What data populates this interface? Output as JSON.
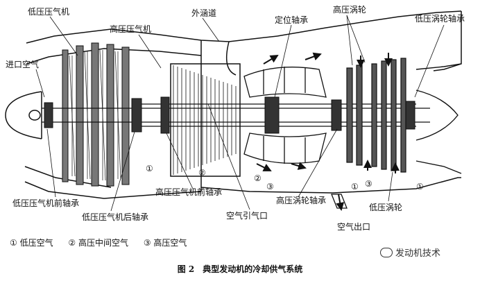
{
  "labels": {
    "lp_compressor": "低压压气机",
    "hp_compressor": "高压压气机",
    "bypass_duct": "外涵道",
    "locating_bearing": "定位轴承",
    "hp_turbine_top": "高压涡轮",
    "lp_turbine_bearing": "低压涡轮轴承",
    "inlet_air": "进口空气",
    "lp_comp_front_bearing": "低压压气机前轴承",
    "lp_comp_rear_bearing": "低压压气机后轴承",
    "hp_comp_front_bearing": "高压压气机前轴承",
    "bleed_port": "空气引气口",
    "hp_turbine_bearing": "高压涡轮轴承",
    "lp_turbine": "低压涡轮",
    "air_outlet": "空气出口"
  },
  "markers": [
    "①",
    "②",
    "②",
    "③",
    "①",
    "③",
    "①"
  ],
  "legend": {
    "item1": "① 低压空气",
    "item2": "② 高压中间空气",
    "item3": "③ 高压空气"
  },
  "caption": "图 2　典型发动机的冷却供气系统",
  "watermark": "发动机技术"
}
